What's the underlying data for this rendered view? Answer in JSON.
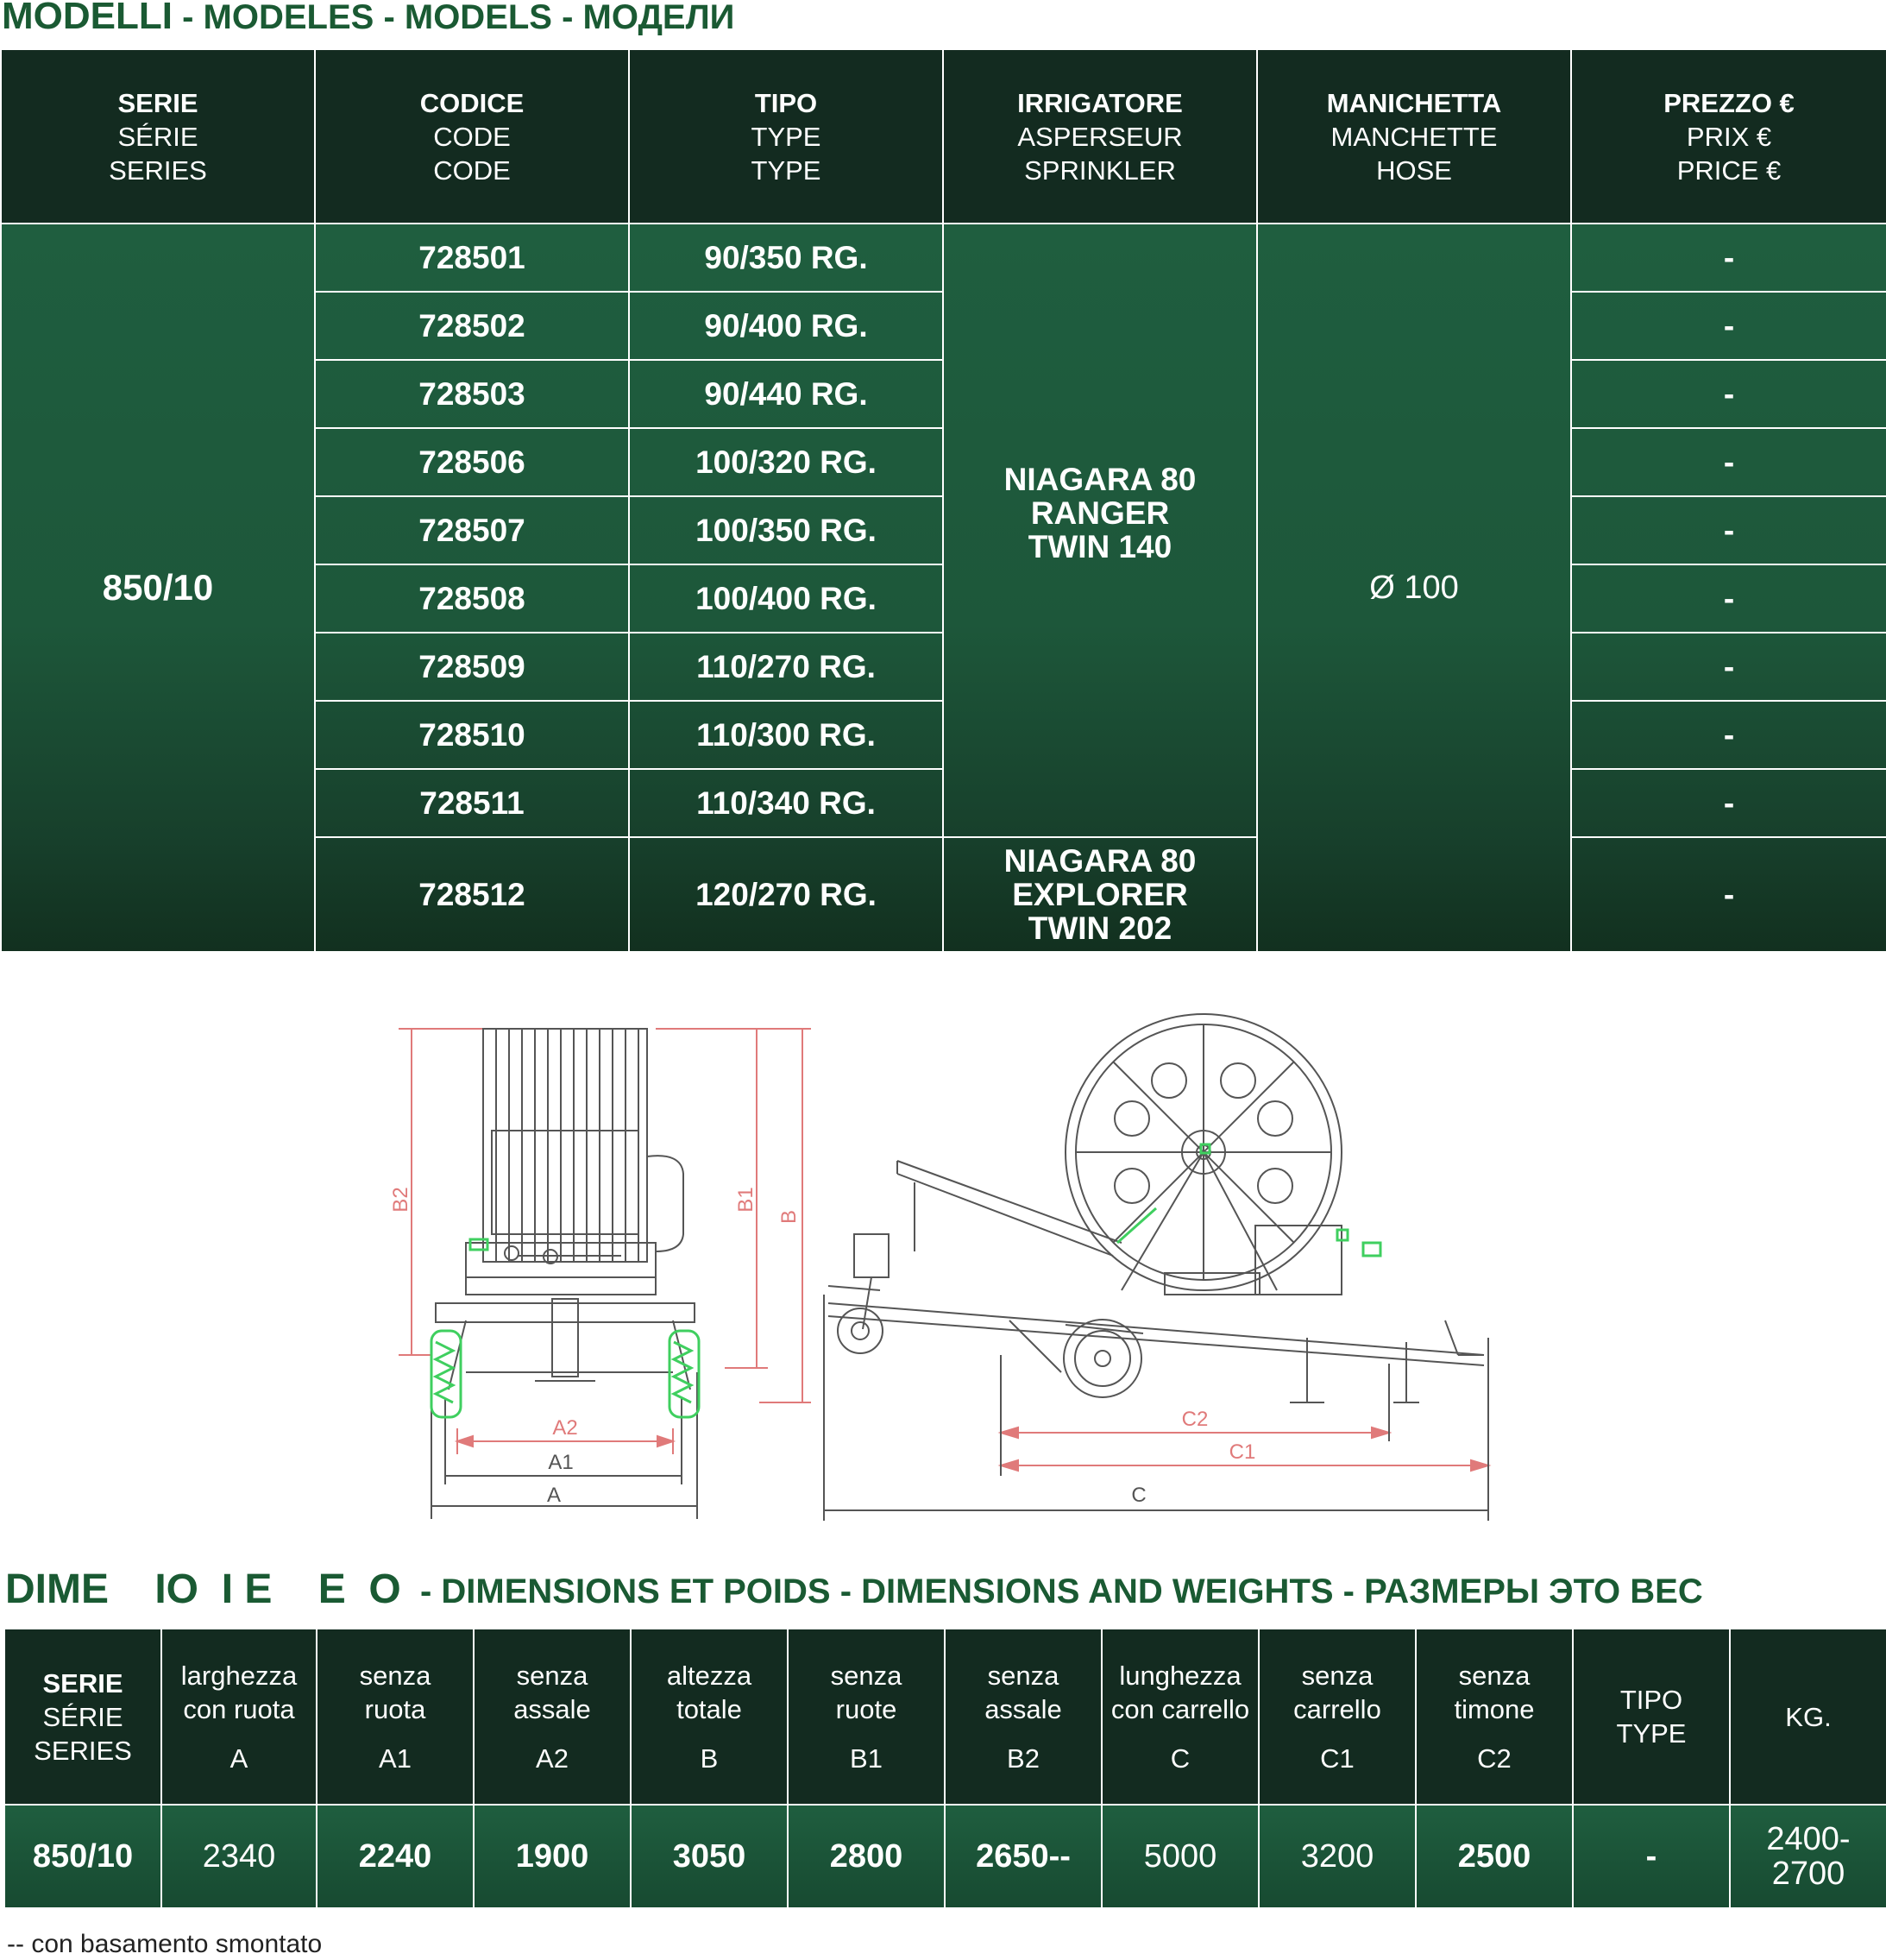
{
  "models_title": {
    "main": "MODELLI",
    "rest": " - MODELES - MODELS - МОДЕЛИ"
  },
  "models_header": {
    "serie": [
      "SERIE",
      "SÉRIE",
      "SERIES"
    ],
    "codice": [
      "CODICE",
      "CODE",
      "CODE"
    ],
    "tipo": [
      "TIPO",
      "TYPE",
      "TYPE"
    ],
    "irrigatore": [
      "IRRIGATORE",
      "ASPERSEUR",
      "SPRINKLER"
    ],
    "manichetta": [
      "MANICHETTA",
      "MANCHETTE",
      "HOSE"
    ],
    "prezzo": [
      "PREZZO €",
      "PRIX €",
      "PRICE €"
    ]
  },
  "series": "850/10",
  "hose": "Ø 100",
  "sprinkler_a": [
    "NIAGARA 80",
    "RANGER",
    "TWIN 140"
  ],
  "sprinkler_b": [
    "NIAGARA 80",
    "EXPLORER",
    "TWIN 202"
  ],
  "models": [
    {
      "code": "728501",
      "type": "90/350 RG.",
      "price": "-"
    },
    {
      "code": "728502",
      "type": "90/400 RG.",
      "price": "-"
    },
    {
      "code": "728503",
      "type": "90/440 RG.",
      "price": "-"
    },
    {
      "code": "728506",
      "type": "100/320 RG.",
      "price": "-"
    },
    {
      "code": "728507",
      "type": "100/350 RG.",
      "price": "-"
    },
    {
      "code": "728508",
      "type": "100/400 RG.",
      "price": "-"
    },
    {
      "code": "728509",
      "type": "110/270 RG.",
      "price": "-"
    },
    {
      "code": "728510",
      "type": "110/300 RG.",
      "price": "-"
    },
    {
      "code": "728511",
      "type": "110/340 RG.",
      "price": "-"
    },
    {
      "code": "728512",
      "type": "120/270 RG.",
      "price": "-"
    }
  ],
  "drawing_labels": {
    "b2": "B2",
    "b1": "B1",
    "b": "B",
    "a2": "A2",
    "a1": "A1",
    "a": "A",
    "c2": "C2",
    "c1": "C1",
    "c": "C"
  },
  "dims_title": {
    "main": "DIME    IO  I E    E  O",
    "rest": "  - DIMENSIONS ET POIDS - DIMENSIONS AND WEIGHTS - РАЗМЕРЫ ЭТО ВЕС"
  },
  "dims_header": [
    {
      "l1": "SERIE",
      "l2": "SÉRIE",
      "l3": "SERIES",
      "letter": ""
    },
    {
      "l1": "larghezza",
      "l2": "con ruota",
      "l3": "",
      "letter": "A"
    },
    {
      "l1": "senza",
      "l2": "ruota",
      "l3": "",
      "letter": "A1"
    },
    {
      "l1": "senza",
      "l2": "assale",
      "l3": "",
      "letter": "A2"
    },
    {
      "l1": "altezza",
      "l2": "totale",
      "l3": "",
      "letter": "B"
    },
    {
      "l1": "senza",
      "l2": "ruote",
      "l3": "",
      "letter": "B1"
    },
    {
      "l1": "senza",
      "l2": "assale",
      "l3": "",
      "letter": "B2"
    },
    {
      "l1": "lunghezza",
      "l2": "con carrello",
      "l3": "",
      "letter": "C"
    },
    {
      "l1": "senza",
      "l2": "carrello",
      "l3": "",
      "letter": "C1"
    },
    {
      "l1": "senza",
      "l2": "timone",
      "l3": "",
      "letter": "C2"
    },
    {
      "l1": "TIPO",
      "l2": "TYPE",
      "l3": "",
      "letter": ""
    },
    {
      "l1": "KG.",
      "l2": "",
      "l3": "",
      "letter": ""
    }
  ],
  "dims_row": [
    "850/10",
    "2340",
    "2240",
    "1900",
    "3050",
    "2800",
    "2650--",
    "5000",
    "3200",
    "2500",
    "-",
    "2400-",
    "2700"
  ],
  "footnote": "-- con basamento smontato",
  "colors": {
    "accent": "#1a5a33",
    "header_bg": "#132b20",
    "body_bg": "#1f5e3f",
    "dim_line": "#e07a7a",
    "machine_line": "#555555",
    "highlight": "#3fcf5f"
  }
}
